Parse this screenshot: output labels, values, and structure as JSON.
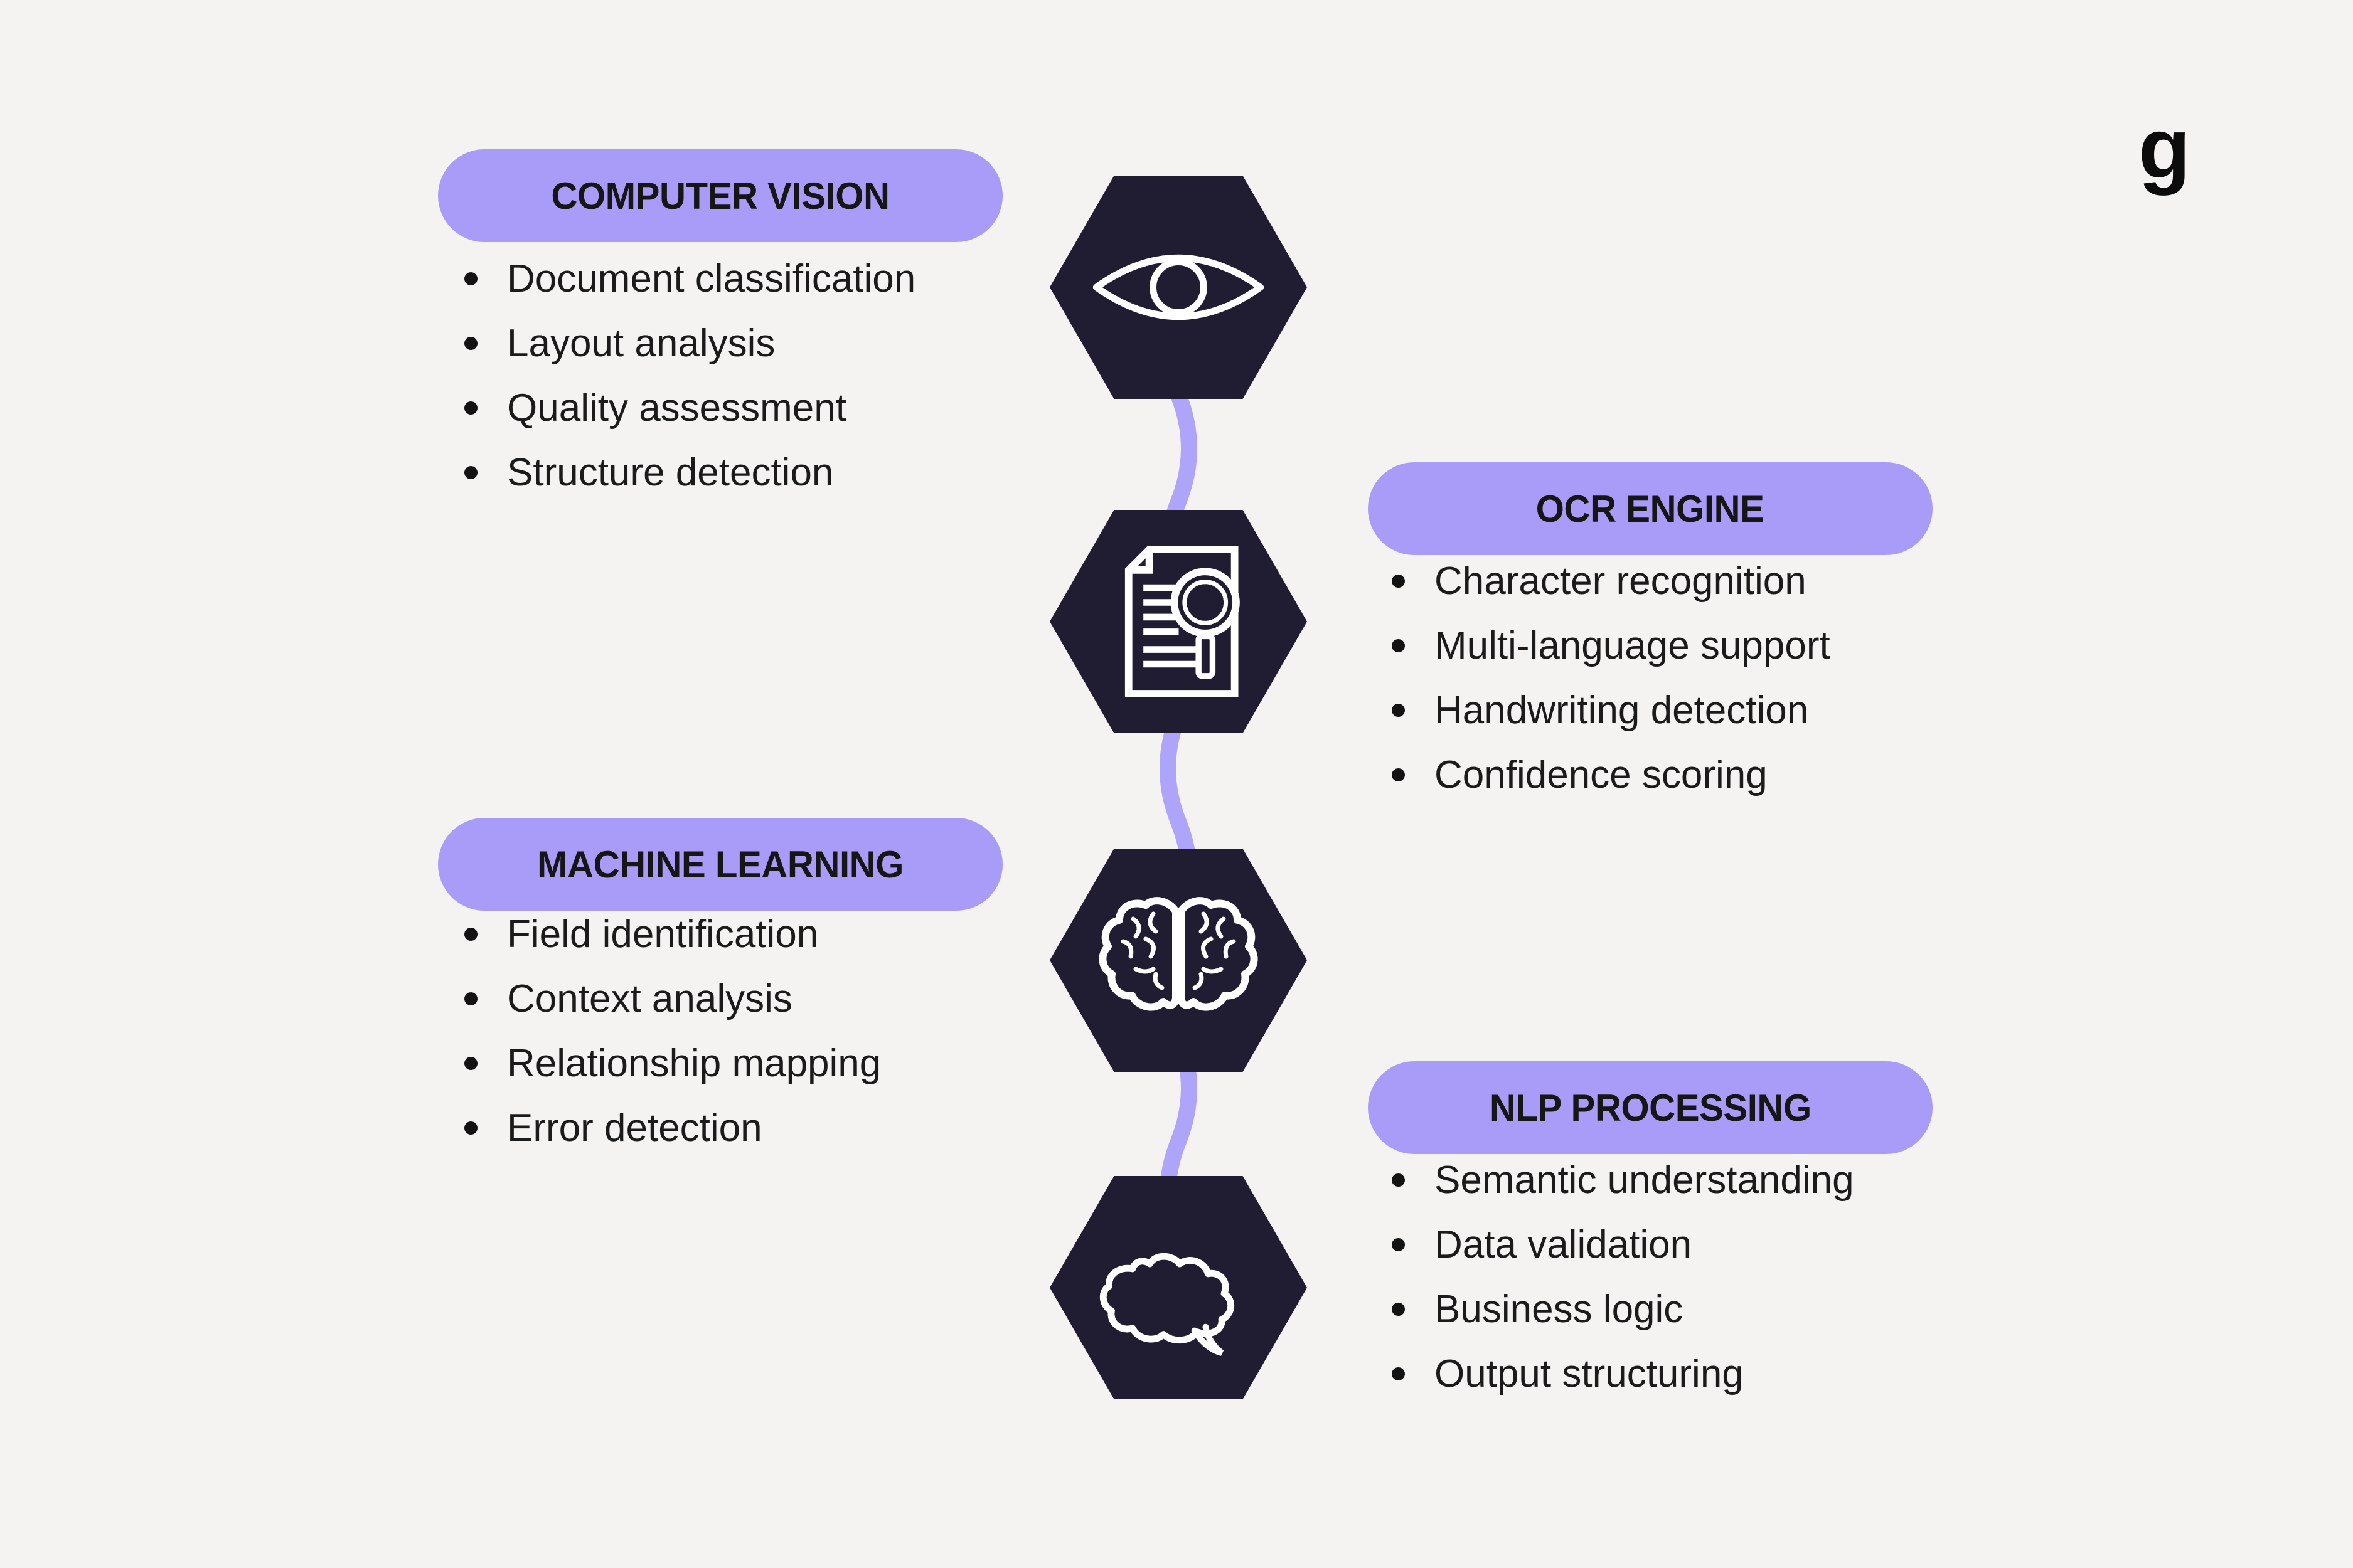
{
  "brand": {
    "logo_text": "g"
  },
  "colors": {
    "bg": "#f4f3f1",
    "pill": "#a89cf8",
    "connector": "#aea4fa",
    "hex": "#201c31",
    "ink": "#161616",
    "icon": "#ffffff"
  },
  "sections": [
    {
      "title": "COMPUTER VISION",
      "icon": "eye-icon",
      "items": [
        "Document classification",
        "Layout analysis",
        "Quality assessment",
        "Structure detection"
      ]
    },
    {
      "title": "OCR ENGINE",
      "icon": "document-search-icon",
      "items": [
        "Character recognition",
        "Multi-language support",
        "Handwriting detection",
        "Confidence scoring"
      ]
    },
    {
      "title": "MACHINE LEARNING",
      "icon": "brain-icon",
      "items": [
        "Field identification",
        "Context analysis",
        "Relationship mapping",
        "Error detection"
      ]
    },
    {
      "title": "NLP PROCESSING",
      "icon": "speech-bubble-icon",
      "items": [
        "Semantic understanding",
        "Data validation",
        "Business logic",
        "Output structuring"
      ]
    }
  ]
}
